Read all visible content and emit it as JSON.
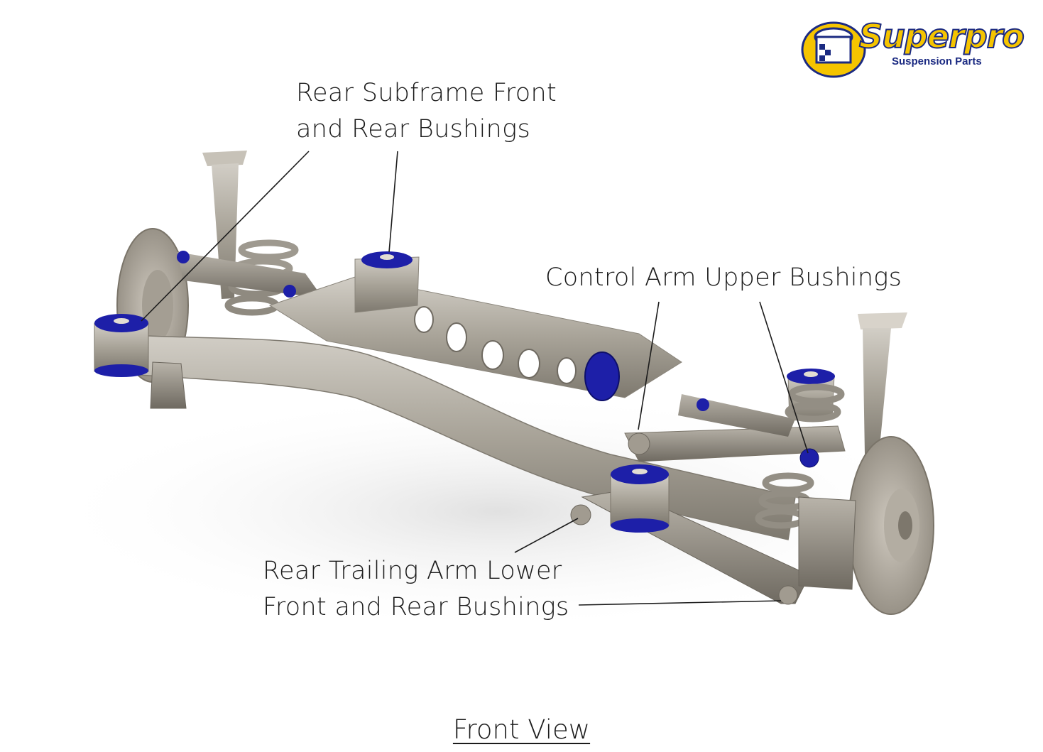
{
  "logo": {
    "brand": "Superpro",
    "tagline": "Suspension Parts"
  },
  "labels": {
    "subframe": [
      "Rear Subframe Front",
      "and Rear Bushings"
    ],
    "control_arm": [
      "Control Arm Upper Bushings"
    ],
    "trailing_arm": [
      "Rear Trailing Arm Lower",
      "Front and Rear Bushings"
    ]
  },
  "caption": "Front View",
  "colors": {
    "metal": "#a9a49a",
    "bushing": "#1d1fa8",
    "brand_yellow": "#f5c400",
    "brand_blue": "#1b2a82"
  }
}
